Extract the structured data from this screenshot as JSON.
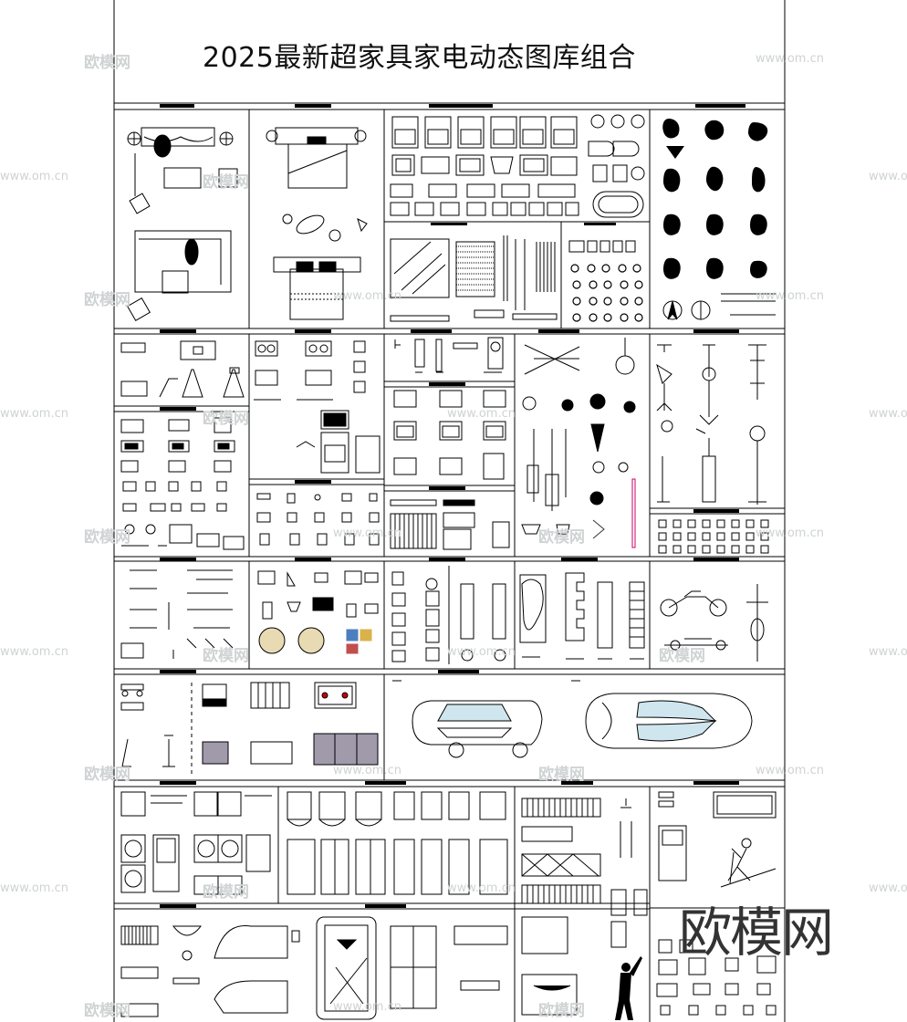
{
  "sheet": {
    "title": "2025最新超家具家电动态图库组合"
  },
  "watermark": {
    "logo_text": "欧模网",
    "url_text": "www.om.cn",
    "corner_logo": "欧模网",
    "color": "#cfd3d3"
  },
  "panels": [
    {
      "id": "living-room-sofas",
      "icon": "sofa-icon"
    },
    {
      "id": "bedroom-beds",
      "icon": "bed-icon"
    },
    {
      "id": "sinks-toilets",
      "icon": "sink-icon"
    },
    {
      "id": "people-plan-view",
      "icon": "person-icon"
    },
    {
      "id": "curtains-rugs",
      "icon": "curtain-icon"
    },
    {
      "id": "plants-plan",
      "icon": "plant-icon"
    },
    {
      "id": "range-hoods",
      "icon": "hood-icon"
    },
    {
      "id": "cooktops",
      "icon": "stove-icon"
    },
    {
      "id": "faucets",
      "icon": "faucet-icon"
    },
    {
      "id": "pendant-lamps",
      "icon": "lamp-icon"
    },
    {
      "id": "floor-lamps",
      "icon": "floor-lamp-icon"
    },
    {
      "id": "microwaves",
      "icon": "microwave-icon"
    },
    {
      "id": "ovens",
      "icon": "oven-icon"
    },
    {
      "id": "small-appliances",
      "icon": "appliance-icon"
    },
    {
      "id": "wall-lights",
      "icon": "wall-light-icon"
    },
    {
      "id": "office-devices",
      "icon": "computer-icon"
    },
    {
      "id": "water-dispensers",
      "icon": "dispenser-icon"
    },
    {
      "id": "screens",
      "icon": "screen-icon"
    },
    {
      "id": "motorcycles",
      "icon": "motorcycle-icon"
    },
    {
      "id": "game-tables",
      "icon": "game-table-icon"
    },
    {
      "id": "cars",
      "icon": "car-icon"
    },
    {
      "id": "washers",
      "icon": "washer-icon"
    },
    {
      "id": "refrigerators",
      "icon": "fridge-icon"
    },
    {
      "id": "wardrobes",
      "icon": "wardrobe-icon"
    },
    {
      "id": "fitness",
      "icon": "treadmill-icon"
    },
    {
      "id": "pianos-billiards",
      "icon": "piano-icon"
    }
  ]
}
